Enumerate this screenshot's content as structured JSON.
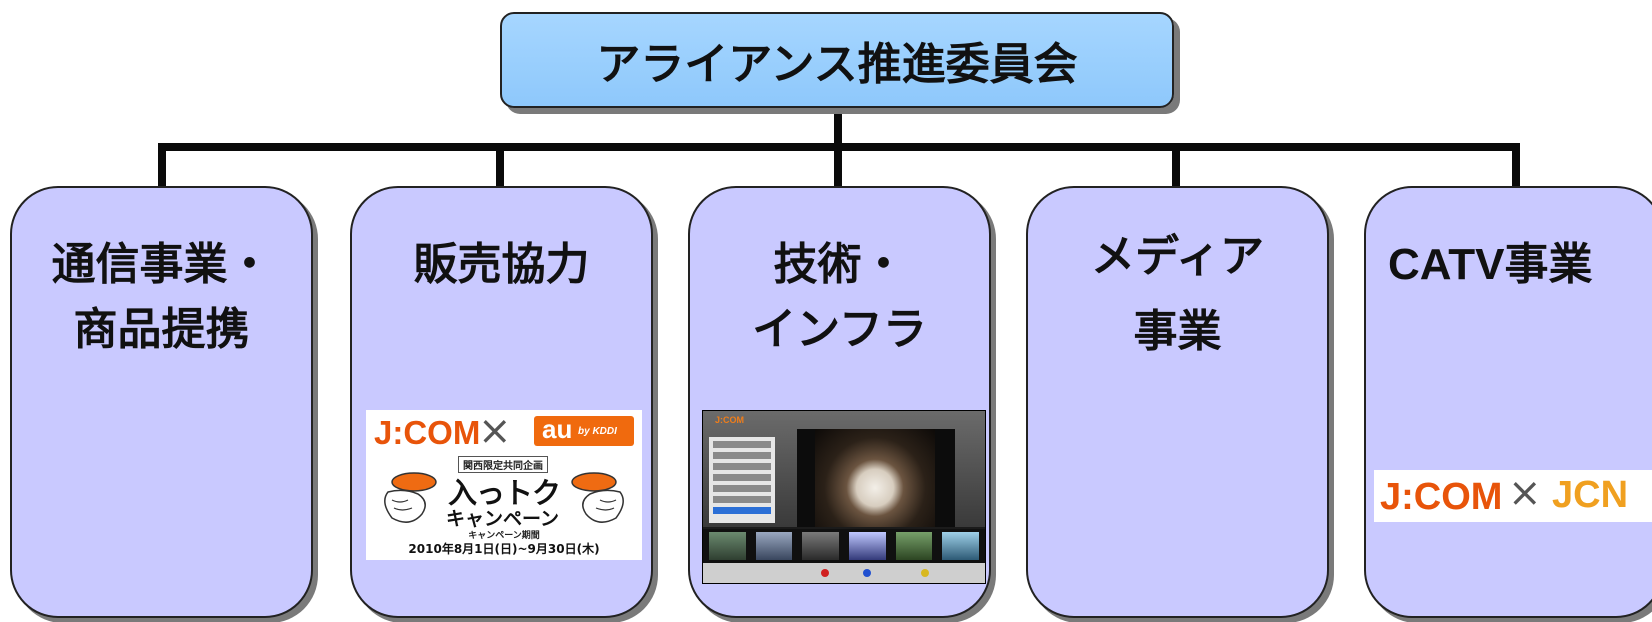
{
  "top": {
    "title": "アライアンス推進委員会"
  },
  "nodes": [
    {
      "line1": "通信事業・",
      "line2": "商品提携"
    },
    {
      "line1": "販売協力",
      "line2": ""
    },
    {
      "line1": "技術・",
      "line2": "インフラ"
    },
    {
      "line1": "メディア",
      "line2": "事業"
    },
    {
      "line1": "CATV事業",
      "line2": ""
    }
  ],
  "campaign": {
    "jcom": "J:COM",
    "times": "×",
    "au": "au",
    "by_kddi": "by KDDI",
    "tag": "関西限定共同企画",
    "headline1": "入っトク",
    "headline2": "キャンペーン",
    "period_label": "キャンペーン期間",
    "period": "2010年8月1日(日)~9月30日(木)"
  },
  "tv": {
    "logo": "J:COM"
  },
  "partner": {
    "jcom": "J:COM",
    "times": "×",
    "jcn": "JCN"
  },
  "colors": {
    "top_fill": "#9bd0fd",
    "node_fill": "#c9c9ff",
    "line": "#0a0a0a",
    "brand_orange": "#e8540a"
  }
}
